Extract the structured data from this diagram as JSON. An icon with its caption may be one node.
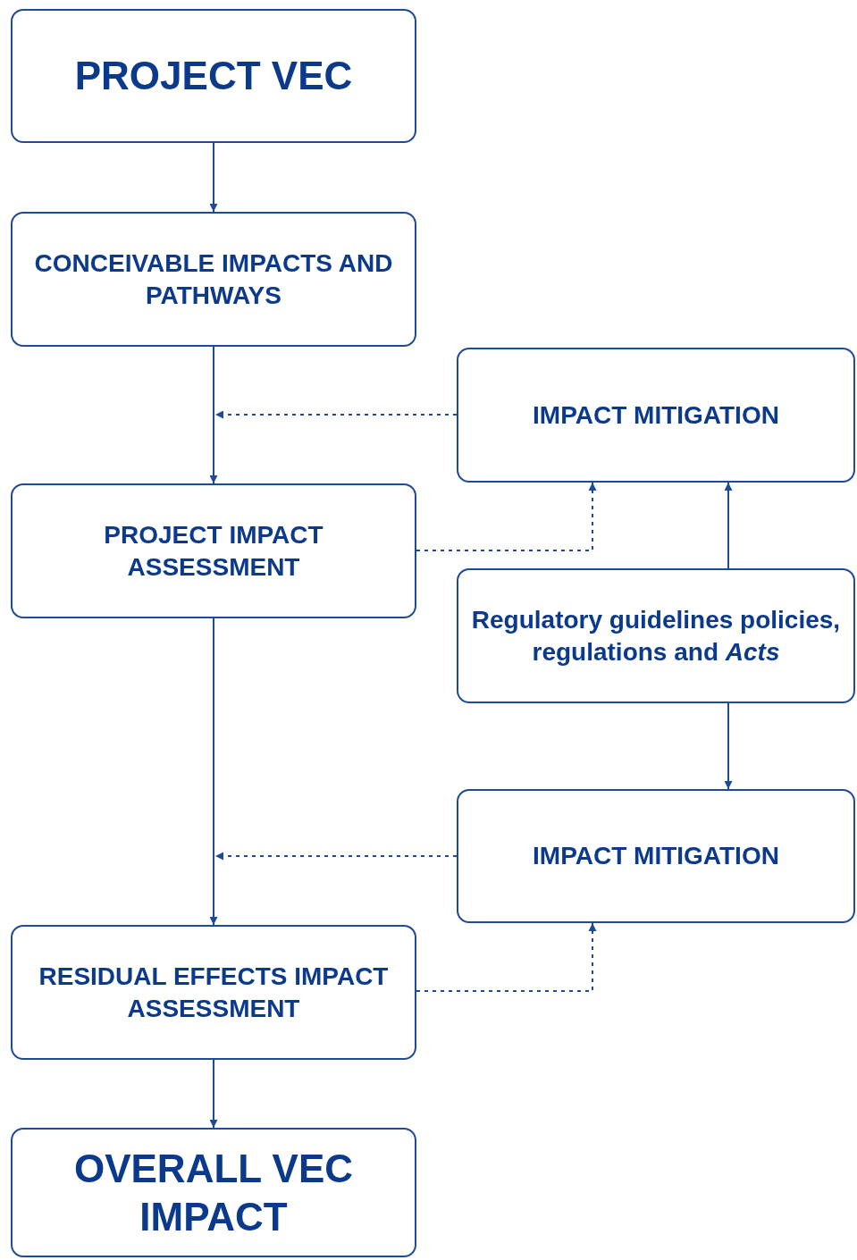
{
  "diagram": {
    "nodes": [
      {
        "text": [
          "PROJECT VEC"
        ]
      },
      {
        "text": [
          "CONCEIVABLE IMPACTS AND PATHWAYS"
        ]
      },
      {
        "text": [
          "IMPACT MITIGATION"
        ]
      },
      {
        "text": [
          "PROJECT IMPACT ASSESSMENT"
        ]
      },
      {
        "text": [
          "Regulatory guidelines policies, regulations and *Acts*"
        ]
      },
      {
        "text": [
          "IMPACT MITIGATION"
        ]
      },
      {
        "text": [
          "RESIDUAL EFFECTS IMPACT ASSESSMENT"
        ]
      },
      {
        "text": [
          "OVERALL VEC IMPACT"
        ]
      }
    ],
    "edges": [
      {
        "from": 0,
        "to": 1,
        "arrow": "to"
      },
      {
        "from": 1,
        "to": 3,
        "arrow": "to"
      },
      {
        "from": 2,
        "to": null,
        "arrow": "to",
        "style": "dashed"
      },
      {
        "from": 3,
        "to": 2,
        "arrow": "to",
        "style": "dashed"
      },
      {
        "from": 4,
        "to": 2,
        "arrow": "to"
      },
      {
        "from": 4,
        "to": 5,
        "arrow": "to"
      },
      {
        "from": 3,
        "to": 6,
        "arrow": "to"
      },
      {
        "from": 5,
        "to": null,
        "arrow": "to",
        "style": "dashed"
      },
      {
        "from": 6,
        "to": 5,
        "arrow": "to",
        "style": "dashed"
      },
      {
        "from": 6,
        "to": 7,
        "arrow": "to"
      }
    ]
  }
}
